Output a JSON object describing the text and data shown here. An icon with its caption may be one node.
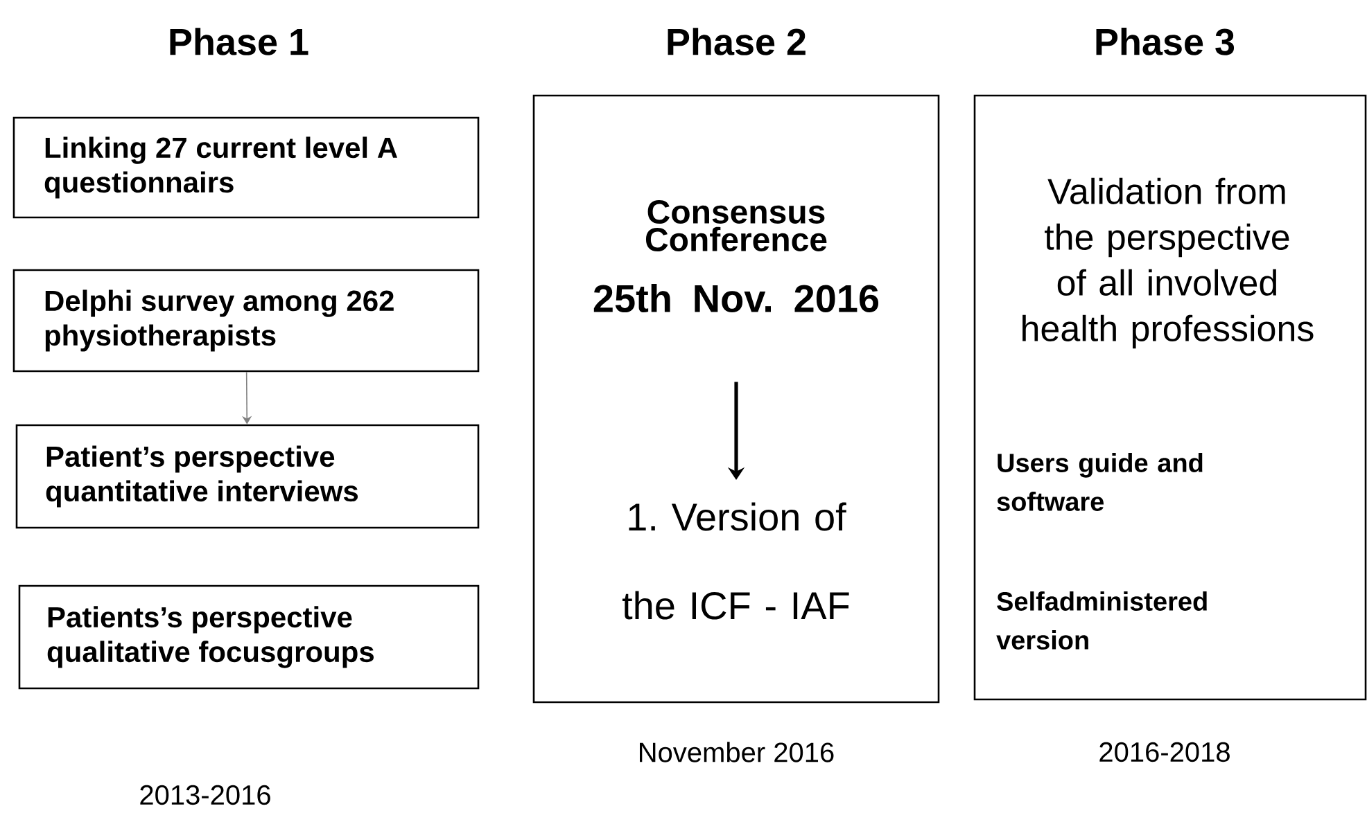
{
  "diagram": {
    "nodes": [
      {
        "text": [
          "Linking 27 current level A questionnairs"
        ]
      },
      {
        "text": [
          "Delphi survey among 262 physiotherapists"
        ]
      },
      {
        "text": [
          "Patient’s perspective quantitative interviews"
        ]
      },
      {
        "text": [
          "Patients’s perspective qualitative focusgroups"
        ]
      },
      {
        "text": [],
        "shape": "box"
      },
      {
        "text": [
          "Consensus Conference",
          "25th Nov. 2016"
        ],
        "in": 4
      },
      {
        "text": [
          "1. Version of the ICF - IAF"
        ],
        "in": 4
      },
      {
        "text": [
          "Validation from the perspective of all involved health professions",
          "Users guide and software",
          "Selfadministered version"
        ]
      }
    ],
    "edges": [
      {
        "from": 1,
        "to": 2,
        "arrow": "to",
        "color": "#7f7f7f"
      },
      {
        "from": 5,
        "to": 6,
        "arrow": "to",
        "style": "thick",
        "color": "#000000"
      }
    ],
    "labels": [
      "Phase 1",
      "Phase 2",
      "Phase 3",
      "2013-2016",
      "November 2016",
      "2016-2018"
    ]
  }
}
